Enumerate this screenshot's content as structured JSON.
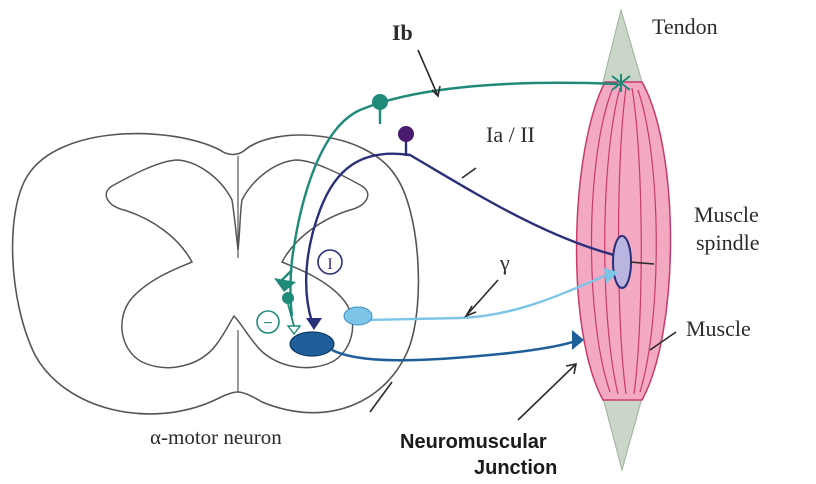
{
  "labels": {
    "ib": "Ib",
    "ia_ii": "Ia / II",
    "gamma": "γ",
    "tendon": "Tendon",
    "muscle_spindle_line1": "Muscle",
    "muscle_spindle_line2": "spindle",
    "muscle": "Muscle",
    "alpha_motor_neuron": "α-motor neuron",
    "neuromuscular_line1": "Neuromuscular",
    "neuromuscular_line2": "Junction",
    "inhibitory_symbol": "−",
    "excitatory_symbol": "I"
  },
  "colors": {
    "ib_fiber": "#1f8a7a",
    "ia_fiber": "#2a2f7a",
    "ia_soma": "#4a1a6e",
    "gamma_fiber": "#7cc4e8",
    "alpha_fiber": "#1f5f99",
    "muscle_fill": "#f3a9c1",
    "muscle_lines": "#c83a6c",
    "tendon_fill": "#c9d6c8",
    "spindle_fill": "#b9b4e0",
    "cord_outline": "#555555",
    "label_text": "#2b2b2b"
  }
}
